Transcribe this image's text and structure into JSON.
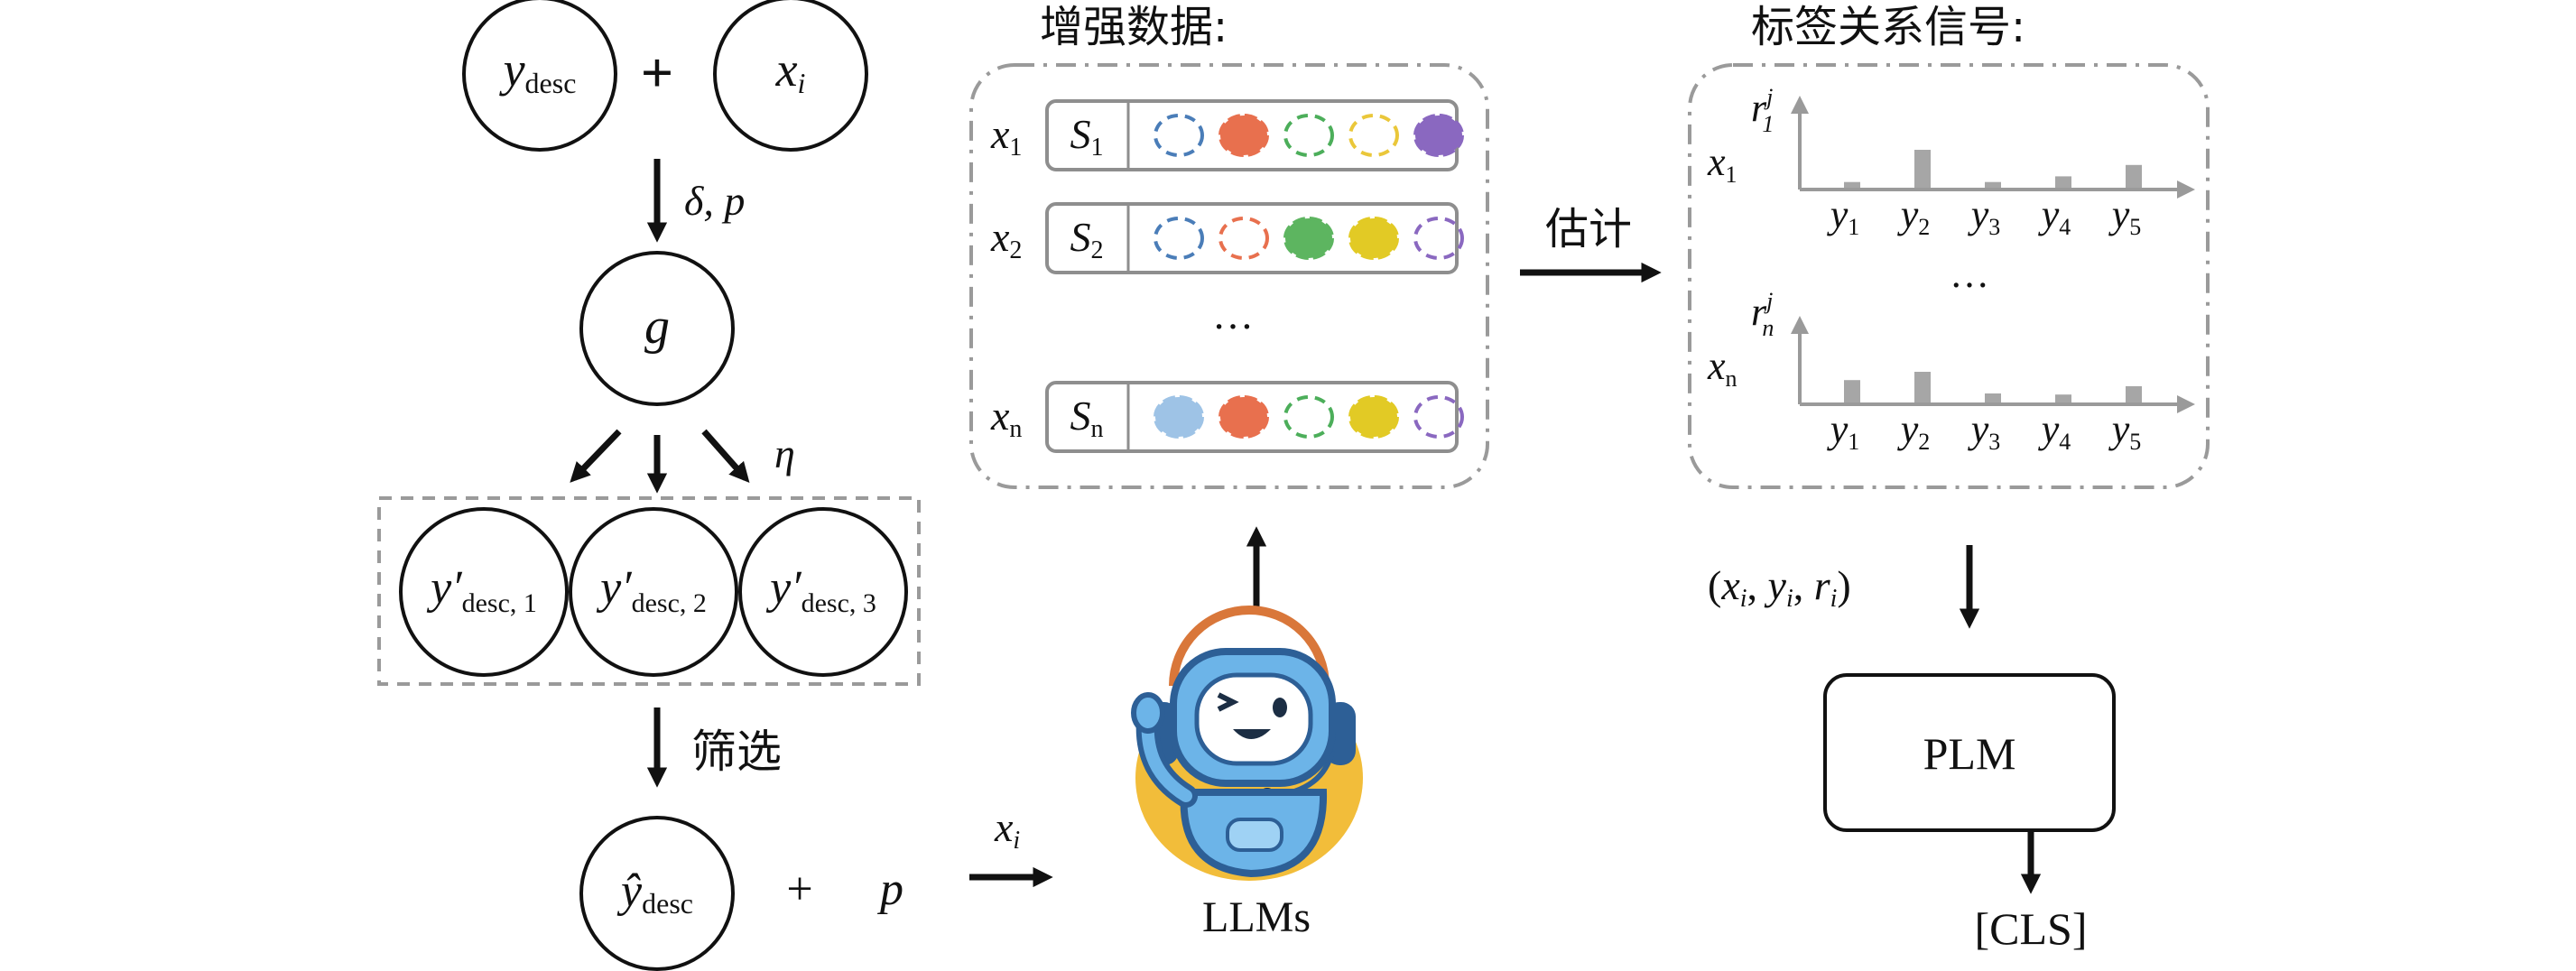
{
  "left": {
    "y_desc": {
      "main": "y",
      "sub": "desc"
    },
    "plus_1": "+",
    "x_i": {
      "main": "x",
      "sub": "i"
    },
    "arrow1_label": "δ, p",
    "g_node": "g",
    "eta_label": "η",
    "candidates": [
      {
        "main": "y′",
        "sub": "desc, 1"
      },
      {
        "main": "y′",
        "sub": "desc, 2"
      },
      {
        "main": "y′",
        "sub": "desc, 3"
      }
    ],
    "filter_label": "筛选",
    "y_hat": {
      "main": "ŷ",
      "sub": "desc"
    },
    "plus_2": "+",
    "p_label": "p",
    "xi_arrow_label": {
      "main": "x",
      "sub": "i"
    }
  },
  "center": {
    "title": "增强数据:",
    "rows": [
      {
        "x_main": "x",
        "x_sub": "1",
        "s_main": "S",
        "s_sub": "1",
        "dots": [
          {
            "color": "#4a7db8",
            "filled": false
          },
          {
            "color": "#e8704e",
            "filled": true
          },
          {
            "color": "#4cae5a",
            "filled": false
          },
          {
            "color": "#eac73a",
            "filled": false
          },
          {
            "color": "#8a68c0",
            "filled": true
          }
        ]
      },
      {
        "x_main": "x",
        "x_sub": "2",
        "s_main": "S",
        "s_sub": "2",
        "dots": [
          {
            "color": "#4a7db8",
            "filled": false
          },
          {
            "color": "#e8704e",
            "filled": false
          },
          {
            "color": "#5db560",
            "filled": true
          },
          {
            "color": "#e2ca25",
            "filled": true
          },
          {
            "color": "#8a68c0",
            "filled": false
          }
        ]
      },
      {
        "x_main": "x",
        "x_sub": "n",
        "s_main": "S",
        "s_sub": "n",
        "dots": [
          {
            "color": "#9ec3e6",
            "filled": true
          },
          {
            "color": "#e8704e",
            "filled": true
          },
          {
            "color": "#4cae5a",
            "filled": false
          },
          {
            "color": "#e2ca25",
            "filled": true
          },
          {
            "color": "#8a68c0",
            "filled": false
          }
        ]
      }
    ],
    "ellipsis": "…",
    "llm_label": "LLMs"
  },
  "estimate_label": "估计",
  "right": {
    "title": "标签关系信号:",
    "charts": [
      {
        "row_main": "x",
        "row_sub": "1",
        "axis_main": "r",
        "axis_sub": "1",
        "axis_sup": "j",
        "values": [
          0.15,
          1.0,
          0.15,
          0.3,
          0.6
        ]
      },
      {
        "row_main": "x",
        "row_sub": "n",
        "axis_main": "r",
        "axis_sub": "n",
        "axis_sup": "j",
        "values": [
          0.62,
          0.85,
          0.25,
          0.22,
          0.45
        ]
      }
    ],
    "categories": [
      {
        "main": "y",
        "sub": "1"
      },
      {
        "main": "y",
        "sub": "2"
      },
      {
        "main": "y",
        "sub": "3"
      },
      {
        "main": "y",
        "sub": "4"
      },
      {
        "main": "y",
        "sub": "5"
      }
    ],
    "ellipsis": "…",
    "tuple": {
      "open": "(",
      "x": "x",
      "xs": "i",
      "c1": ", ",
      "y": "y",
      "ys": "i",
      "c2": ", ",
      "r": "r",
      "rs": "i",
      "close": ")"
    },
    "plm_label": "PLM",
    "cls_label": "[CLS]"
  },
  "colors": {
    "ink": "#111111",
    "dash_gray": "#9a9a9a",
    "bar_gray": "#a6a6a6",
    "row_border": "#8e8e8e",
    "robot_blue": "#6cb4e8",
    "robot_yellow": "#f2bd3a"
  }
}
